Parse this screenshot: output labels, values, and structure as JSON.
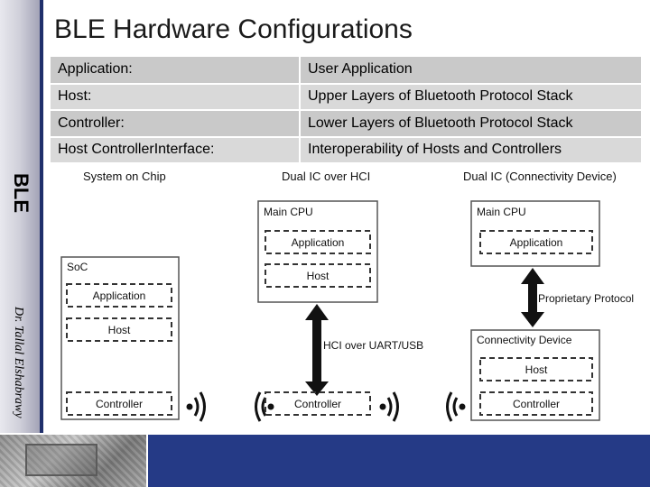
{
  "title": "BLE Hardware Configurations",
  "side_label": "BLE",
  "author": "Dr. Tallal Elshabrawy",
  "table": {
    "rows": [
      {
        "key": "Application:",
        "value": "User Application"
      },
      {
        "key": "Host:",
        "value": "Upper Layers of Bluetooth Protocol Stack"
      },
      {
        "key": "Controller:",
        "value": "Lower Layers of Bluetooth Protocol Stack"
      },
      {
        "key": "Host ControllerInterface:",
        "value": "Interoperability of Hosts and Controllers"
      }
    ]
  },
  "diagram": {
    "headings": {
      "soc": "System on Chip",
      "dual_hci": "Dual IC over HCI",
      "dual_conn": "Dual IC (Connectivity Device)"
    },
    "soc_box": {
      "label": "SoC",
      "application": "Application",
      "host": "Host",
      "controller": "Controller"
    },
    "main_cpu_1": {
      "label": "Main CPU",
      "application": "Application",
      "host": "Host"
    },
    "hci_label": "HCI over UART/USB",
    "controller_mid": "Controller",
    "main_cpu_2": {
      "label": "Main CPU",
      "application": "Application"
    },
    "proprietary_label": "Proprietary Protocol",
    "connectivity_device": {
      "label": "Connectivity Device",
      "host": "Host",
      "controller": "Controller"
    }
  },
  "colors": {
    "footer": "#253a86",
    "edge": "#1f2f6b",
    "table_bg": "#d9d9d9"
  }
}
